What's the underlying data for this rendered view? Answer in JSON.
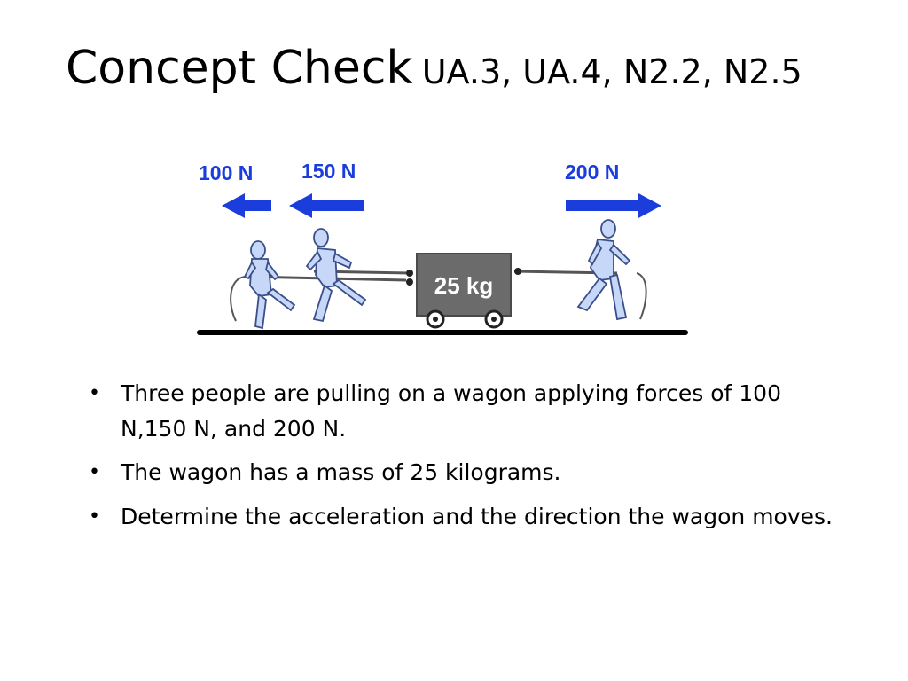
{
  "slide": {
    "title": "Concept Check",
    "title_codes": "UA.3, UA.4, N2.2, N2.5"
  },
  "figure": {
    "force_left_1": "100 N",
    "force_left_2": "150 N",
    "force_right": "200 N",
    "wagon_label": "25 kg",
    "arrow_color": "#1a3ddb",
    "person_fill": "#c7d7f7",
    "person_stroke": "#3a4f8a",
    "wagon_color": "#6b6b6b"
  },
  "bullets": [
    "Three people are pulling on a wagon applying forces of 100 N,150 N, and 200 N.",
    "The wagon has a mass of 25 kilograms.",
    "Determine the acceleration and the direction the wagon moves."
  ]
}
